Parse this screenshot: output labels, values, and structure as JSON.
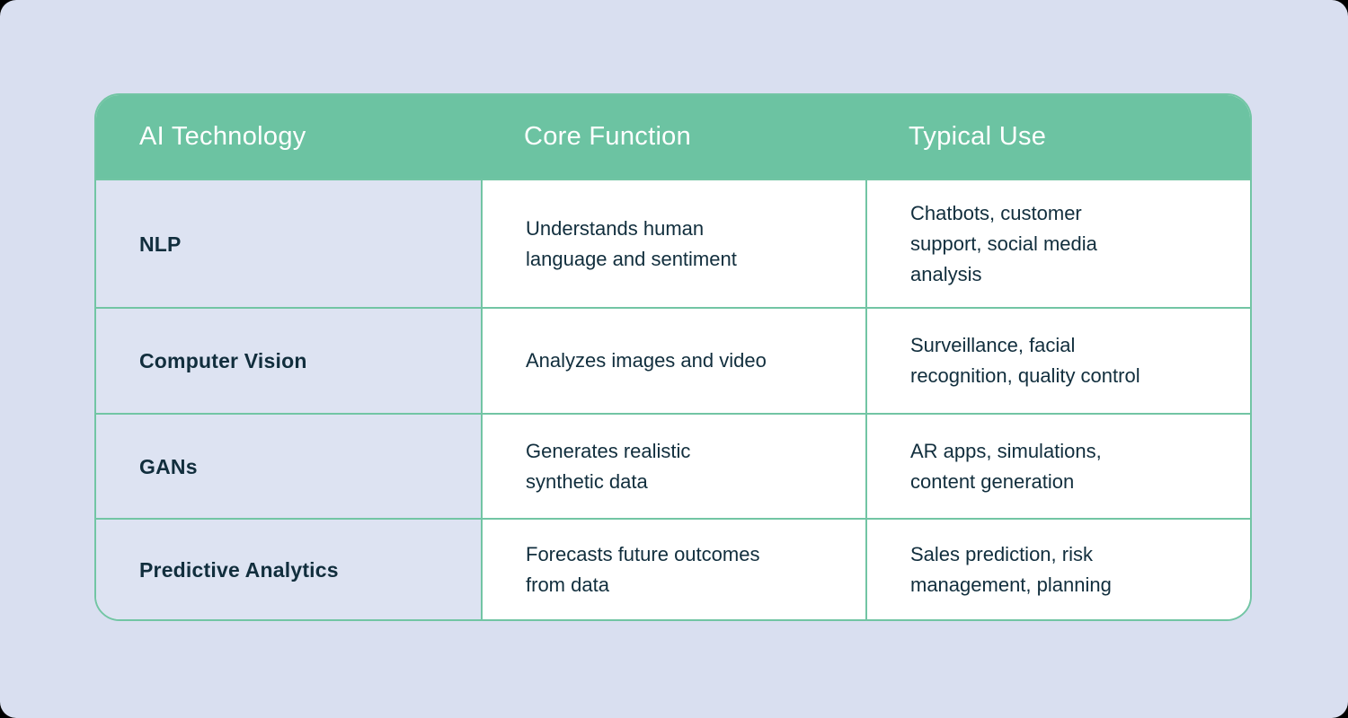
{
  "page": {
    "outer_background": "#000000",
    "canvas_background": "#d9dff0"
  },
  "chart_data": {
    "type": "table",
    "title": "",
    "columns": [
      "AI Technology",
      "Core Function",
      "Typical Use"
    ],
    "rows": [
      {
        "technology": "NLP",
        "core_function": "Understands human\nlanguage and sentiment",
        "typical_use": "Chatbots, customer\nsupport, social media\nanalysis"
      },
      {
        "technology": "Computer Vision",
        "core_function": "Analyzes images and video",
        "typical_use": "Surveillance, facial\nrecognition, quality control"
      },
      {
        "technology": "GANs",
        "core_function": "Generates realistic\nsynthetic data",
        "typical_use": "AR apps, simulations,\ncontent generation"
      },
      {
        "technology": "Predictive Analytics",
        "core_function": "Forecasts future outcomes\nfrom data",
        "typical_use": "Sales prediction, risk\nmanagement, planning"
      }
    ],
    "colors": {
      "header_background": "#6cc3a2",
      "header_text": "#ffffff",
      "grid_border": "#72c5a4",
      "first_column_background": "#dde3f2",
      "cell_background": "#ffffff",
      "body_text": "#112e3d"
    }
  }
}
